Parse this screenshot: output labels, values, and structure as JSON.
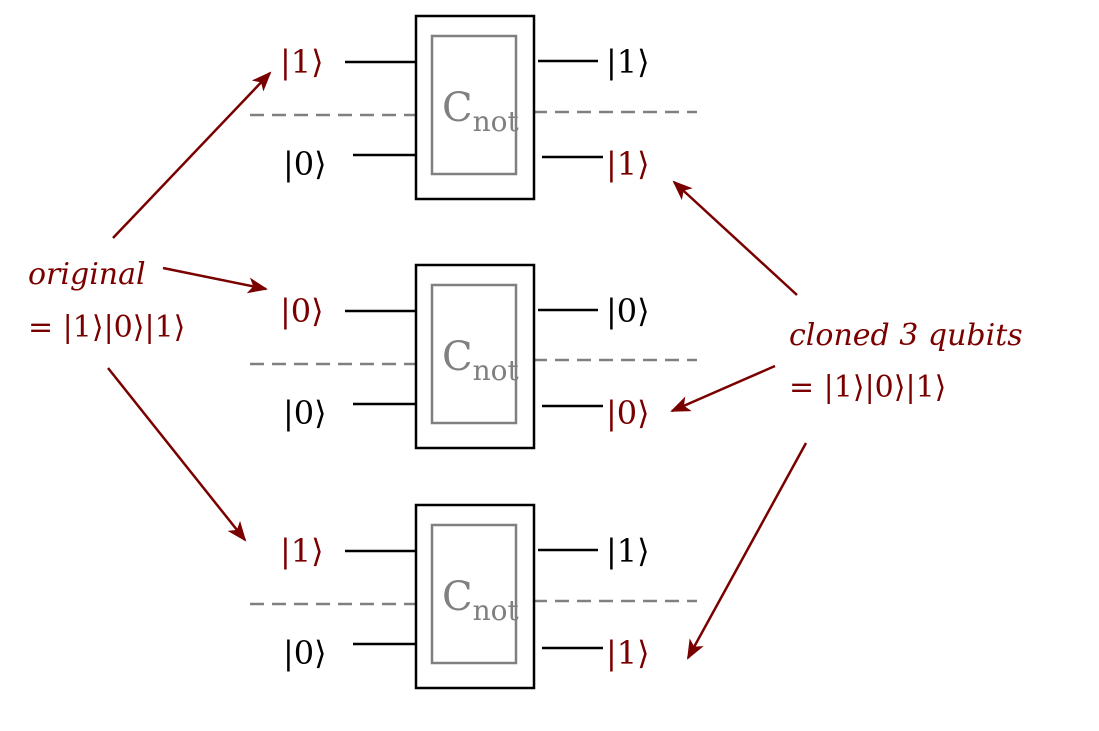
{
  "colors": {
    "highlight": "#7a0000",
    "wire": "#000000",
    "gate_inner": "#808080",
    "dashed": "#808080"
  },
  "gate": {
    "label_main": "C",
    "label_sub": "not"
  },
  "gates": [
    {
      "input_top": "|1⟩",
      "input_top_highlight": true,
      "input_bottom": "|0⟩",
      "input_bottom_highlight": false,
      "output_top": "|1⟩",
      "output_top_highlight": false,
      "output_bottom": "|1⟩",
      "output_bottom_highlight": true
    },
    {
      "input_top": "|0⟩",
      "input_top_highlight": true,
      "input_bottom": "|0⟩",
      "input_bottom_highlight": false,
      "output_top": "|0⟩",
      "output_top_highlight": false,
      "output_bottom": "|0⟩",
      "output_bottom_highlight": true
    },
    {
      "input_top": "|1⟩",
      "input_top_highlight": true,
      "input_bottom": "|0⟩",
      "input_bottom_highlight": false,
      "output_top": "|1⟩",
      "output_top_highlight": false,
      "output_bottom": "|1⟩",
      "output_bottom_highlight": true
    }
  ],
  "annotations": {
    "original": {
      "label": "original",
      "value": "= |1⟩|0⟩|1⟩"
    },
    "cloned": {
      "label": "cloned 3 qubits",
      "value": "= |1⟩|0⟩|1⟩"
    }
  }
}
